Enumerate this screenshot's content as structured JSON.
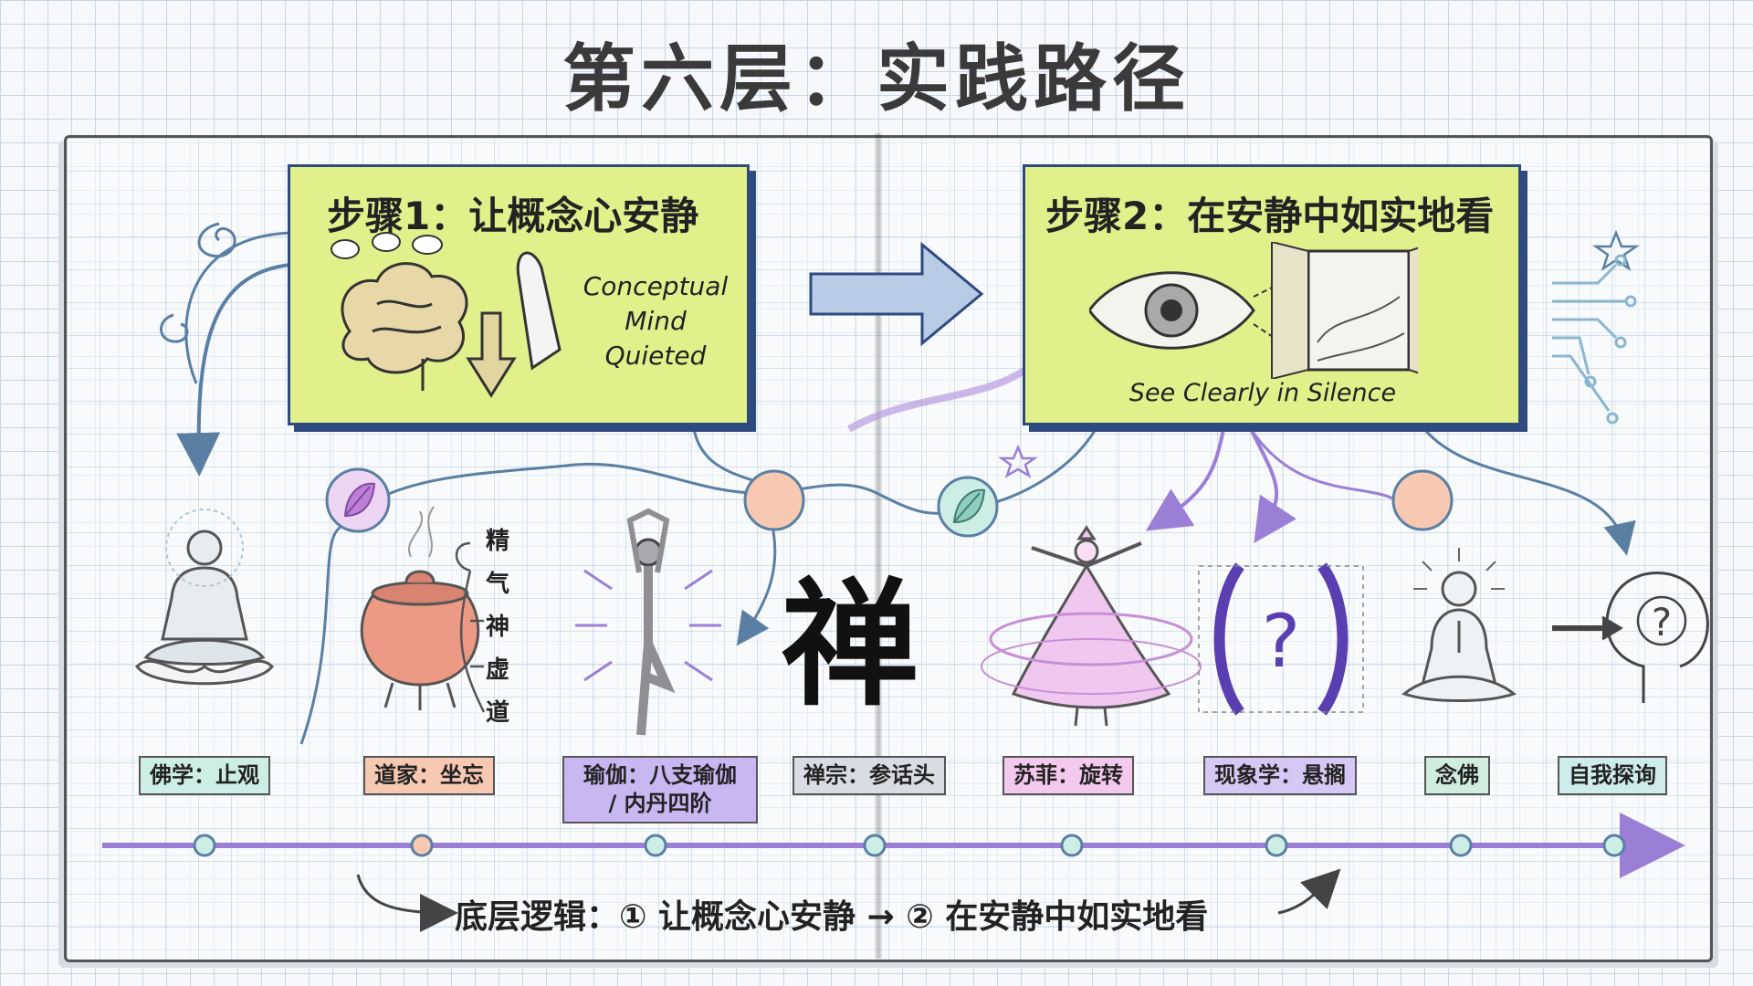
{
  "title": "第六层：实践路径",
  "step1": {
    "title": "步骤1：让概念心安静",
    "caption": [
      "Conceptual",
      "Mind",
      "Quieted"
    ]
  },
  "step2": {
    "title": "步骤2：在安静中如实地看",
    "caption": "See Clearly in Silence"
  },
  "neidan_chain": [
    "精",
    "气",
    "神",
    "虚",
    "道"
  ],
  "chan_character": "禅",
  "practices": [
    {
      "label": "佛学：止观",
      "color": "#cdeee5",
      "icon": "meditating-buddha-icon"
    },
    {
      "label": "道家：坐忘",
      "color": "#f7c8b2",
      "icon": "cauldron-icon"
    },
    {
      "label": "瑜伽：八支瑜伽\n/ 内丹四阶",
      "color": "#c9b7f2",
      "icon": "yoga-pose-icon"
    },
    {
      "label": "禅宗：参话头",
      "color": "#d9dde3",
      "icon": "chan-calligraphy"
    },
    {
      "label": "苏菲：旋转",
      "color": "#f4c9ee",
      "icon": "whirling-dervish-icon"
    },
    {
      "label": "现象学：悬搁",
      "color": "#d6c8f4",
      "icon": "bracketed-question-icon"
    },
    {
      "label": "念佛",
      "color": "#cfeedf",
      "icon": "praying-person-icon"
    },
    {
      "label": "自我探询",
      "color": "#cdeceb",
      "icon": "head-question-icon"
    }
  ],
  "footer": {
    "text": "底层逻辑：① 让概念心安静 → ② 在安静中如实地看"
  },
  "colors": {
    "step_box": "#e2f08c",
    "step_border": "#2f4a7e",
    "timeline": "#9b7fd6"
  }
}
